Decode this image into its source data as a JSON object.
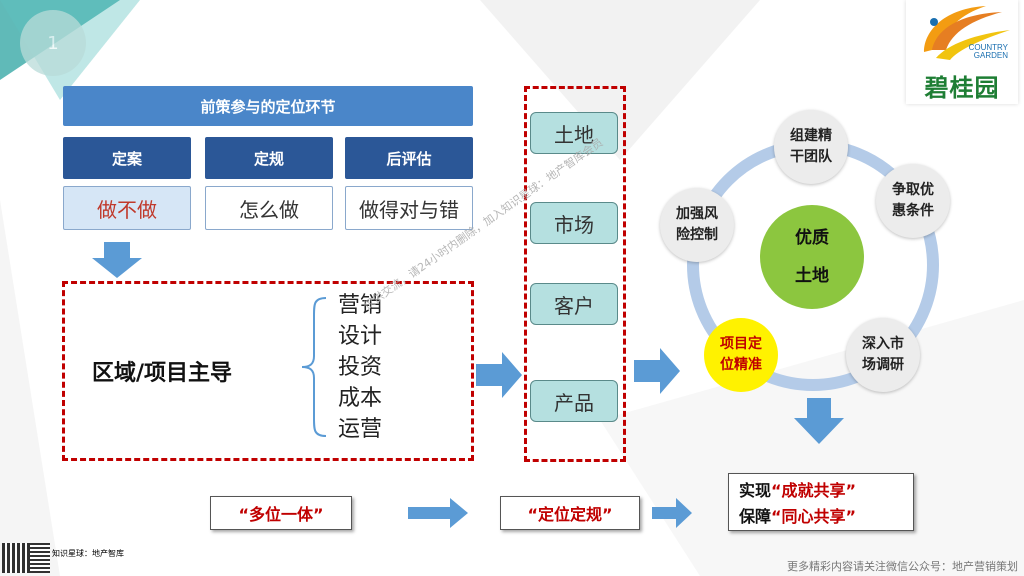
{
  "slide_number": "1",
  "logo": {
    "brand_cn": "碧桂园",
    "brand_en_line1": "COUNTRY",
    "brand_en_line2": "GARDEN"
  },
  "header": {
    "title": "前策参与的定位环节"
  },
  "stages": [
    {
      "tab": "定案",
      "value": "做不做"
    },
    {
      "tab": "定规",
      "value": "怎么做"
    },
    {
      "tab": "后评估",
      "value": "做得对与错"
    }
  ],
  "lead_text": "区域/项目主导",
  "functions": [
    "营销",
    "设计",
    "投资",
    "成本",
    "运营"
  ],
  "dimensions": [
    "土地",
    "市场",
    "客户",
    "产品"
  ],
  "cycle": {
    "center_line1": "优质",
    "center_line2": "土地",
    "nodes": [
      {
        "line1": "组建精",
        "line2": "干团队"
      },
      {
        "line1": "争取优",
        "line2": "惠条件"
      },
      {
        "line1": "深入市",
        "line2": "场调研"
      },
      {
        "line1": "项目定",
        "line2": "位精准"
      },
      {
        "line1": "加强风",
        "line2": "险控制"
      }
    ]
  },
  "bottom": {
    "tag1": "“多位一体”",
    "tag2": "“定位定规”",
    "result_line1_prefix": "实现",
    "result_line1_highlight": "“成就共享”",
    "result_line2_prefix": "保障",
    "result_line2_highlight": "“同心共享”"
  },
  "watermark": "仅供交流，请24小时内删除，加入知识星球：地产智库会员",
  "qr_caption": "知识星球：地产智库",
  "footer": "更多精彩内容请关注微信公众号：地产营销策划",
  "colors": {
    "header_blue": "#4a86c9",
    "tab_navy": "#2b5797",
    "dash_red": "#c00000",
    "teal": "#b5e0e0",
    "arrow_blue": "#5b9bd5",
    "center_green": "#8cc63f",
    "highlight_yellow": "#fff200"
  }
}
